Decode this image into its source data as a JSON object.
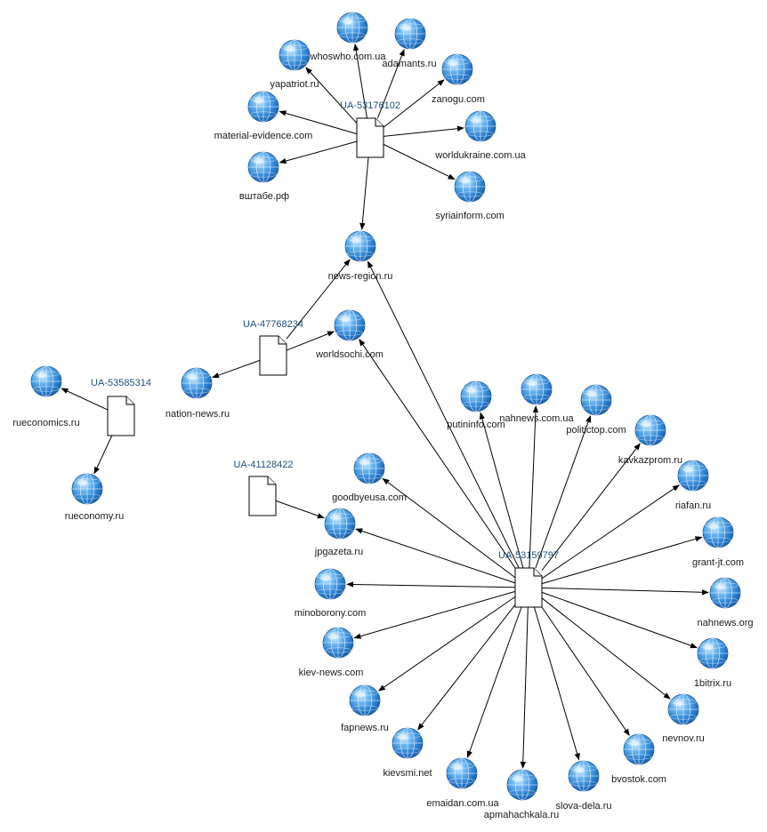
{
  "diagram": {
    "tracking_ids": [
      {
        "id": "ua1",
        "label": "UA-53176102"
      },
      {
        "id": "ua2",
        "label": "UA-47768234"
      },
      {
        "id": "ua3",
        "label": "UA-53585314"
      },
      {
        "id": "ua4",
        "label": "UA-41128422"
      },
      {
        "id": "ua5",
        "label": "UA-53159797"
      }
    ],
    "sites": [
      {
        "id": "whoswho",
        "label": "whoswho.com.ua"
      },
      {
        "id": "adamants",
        "label": "adamants.ru"
      },
      {
        "id": "yapatriot",
        "label": "yapatriot.ru"
      },
      {
        "id": "zanogu",
        "label": "zanogu.com"
      },
      {
        "id": "material",
        "label": "material-evidence.com"
      },
      {
        "id": "worldukraine",
        "label": "worldukraine.com.ua"
      },
      {
        "id": "vshtabe",
        "label": "вштабе.рф"
      },
      {
        "id": "syriainform",
        "label": "syriainform.com"
      },
      {
        "id": "newsregion",
        "label": "news-region.ru"
      },
      {
        "id": "worldsochi",
        "label": "worldsochi.com"
      },
      {
        "id": "nationnews",
        "label": "nation-news.ru"
      },
      {
        "id": "rueconomics",
        "label": "rueconomics.ru"
      },
      {
        "id": "rueconomy",
        "label": "rueconomy.ru"
      },
      {
        "id": "putininfo",
        "label": "putininfo.com"
      },
      {
        "id": "nahnewsua",
        "label": "nahnews.com.ua"
      },
      {
        "id": "politictop",
        "label": "politictop.com"
      },
      {
        "id": "kavkazprom",
        "label": "kavkazprom.ru"
      },
      {
        "id": "riafan",
        "label": "riafan.ru"
      },
      {
        "id": "grantjt",
        "label": "grant-jt.com"
      },
      {
        "id": "nahnewsorg",
        "label": "nahnews.org"
      },
      {
        "id": "bitrix",
        "label": "1bitrix.ru"
      },
      {
        "id": "nevnov",
        "label": "nevnov.ru"
      },
      {
        "id": "bvostok",
        "label": "bvostok.com"
      },
      {
        "id": "slovadela",
        "label": "slova-dela.ru"
      },
      {
        "id": "apmahach",
        "label": "apmahachkala.ru"
      },
      {
        "id": "emaidan",
        "label": "emaidan.com.ua"
      },
      {
        "id": "kievsmi",
        "label": "kievsmi.net"
      },
      {
        "id": "fapnews",
        "label": "fapnews.ru"
      },
      {
        "id": "kievnews",
        "label": "kiev-news.com"
      },
      {
        "id": "minoborony",
        "label": "minoborony.com"
      },
      {
        "id": "jpgazeta",
        "label": "jpgazeta.ru"
      },
      {
        "id": "goodbyeusa",
        "label": "goodbyeusa.com"
      }
    ],
    "edges": [
      [
        "ua1",
        "whoswho"
      ],
      [
        "ua1",
        "adamants"
      ],
      [
        "ua1",
        "yapatriot"
      ],
      [
        "ua1",
        "zanogu"
      ],
      [
        "ua1",
        "material"
      ],
      [
        "ua1",
        "worldukraine"
      ],
      [
        "ua1",
        "vshtabe"
      ],
      [
        "ua1",
        "syriainform"
      ],
      [
        "ua1",
        "newsregion"
      ],
      [
        "ua2",
        "newsregion"
      ],
      [
        "ua2",
        "worldsochi"
      ],
      [
        "ua2",
        "nationnews"
      ],
      [
        "ua3",
        "rueconomics"
      ],
      [
        "ua3",
        "rueconomy"
      ],
      [
        "ua4",
        "jpgazeta"
      ],
      [
        "ua5",
        "newsregion"
      ],
      [
        "ua5",
        "worldsochi"
      ],
      [
        "ua5",
        "putininfo"
      ],
      [
        "ua5",
        "nahnewsua"
      ],
      [
        "ua5",
        "politictop"
      ],
      [
        "ua5",
        "kavkazprom"
      ],
      [
        "ua5",
        "riafan"
      ],
      [
        "ua5",
        "grantjt"
      ],
      [
        "ua5",
        "nahnewsorg"
      ],
      [
        "ua5",
        "bitrix"
      ],
      [
        "ua5",
        "nevnov"
      ],
      [
        "ua5",
        "bvostok"
      ],
      [
        "ua5",
        "slovadela"
      ],
      [
        "ua5",
        "apmahach"
      ],
      [
        "ua5",
        "emaidan"
      ],
      [
        "ua5",
        "kievsmi"
      ],
      [
        "ua5",
        "fapnews"
      ],
      [
        "ua5",
        "kievnews"
      ],
      [
        "ua5",
        "minoborony"
      ],
      [
        "ua5",
        "jpgazeta"
      ],
      [
        "ua5",
        "goodbyeusa"
      ]
    ]
  }
}
